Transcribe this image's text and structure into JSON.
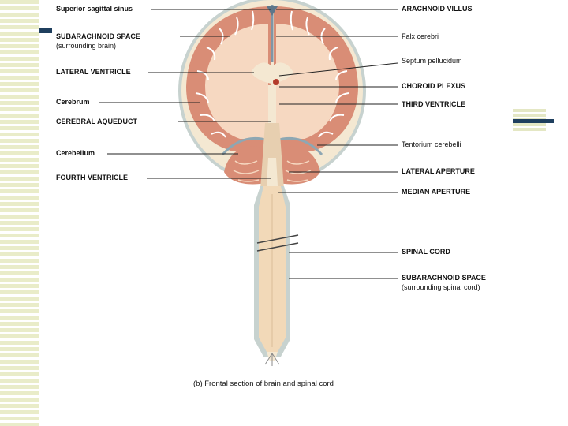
{
  "labels_left": [
    {
      "text": "Superior sagittal sinus"
    },
    {
      "text": "SUBARACHNOID SPACE"
    },
    {
      "text": "(surrounding brain)"
    },
    {
      "text": "LATERAL VENTRICLE"
    },
    {
      "text": "Cerebrum"
    },
    {
      "text": "CEREBRAL AQUEDUCT"
    },
    {
      "text": "Cerebellum"
    },
    {
      "text": "FOURTH VENTRICLE"
    }
  ],
  "labels_right": [
    {
      "text": "ARACHNOID VILLUS"
    },
    {
      "text": "Falx cerebri"
    },
    {
      "text": "Septum pellucidum"
    },
    {
      "text": "CHOROID PLEXUS"
    },
    {
      "text": "THIRD VENTRICLE"
    },
    {
      "text": "Tentorium cerebelli"
    },
    {
      "text": "LATERAL APERTURE"
    },
    {
      "text": "MEDIAN APERTURE"
    },
    {
      "text": "SPINAL CORD"
    },
    {
      "text": "SUBARACHNOID SPACE"
    },
    {
      "text": "(surrounding spinal cord)"
    }
  ],
  "caption": "(b) Frontal section of brain and spinal cord",
  "colors": {
    "cortex": "#d98d76",
    "white_matter": "#f6d8c1",
    "csf": "#f4e8d2",
    "meninges": "#b9c8c6",
    "sulcus_line": "#ffffff",
    "spinal_cord": "#f2d9b8",
    "accent_stripe": "#e9ecc9",
    "accent_dark": "#1f3f5e"
  }
}
